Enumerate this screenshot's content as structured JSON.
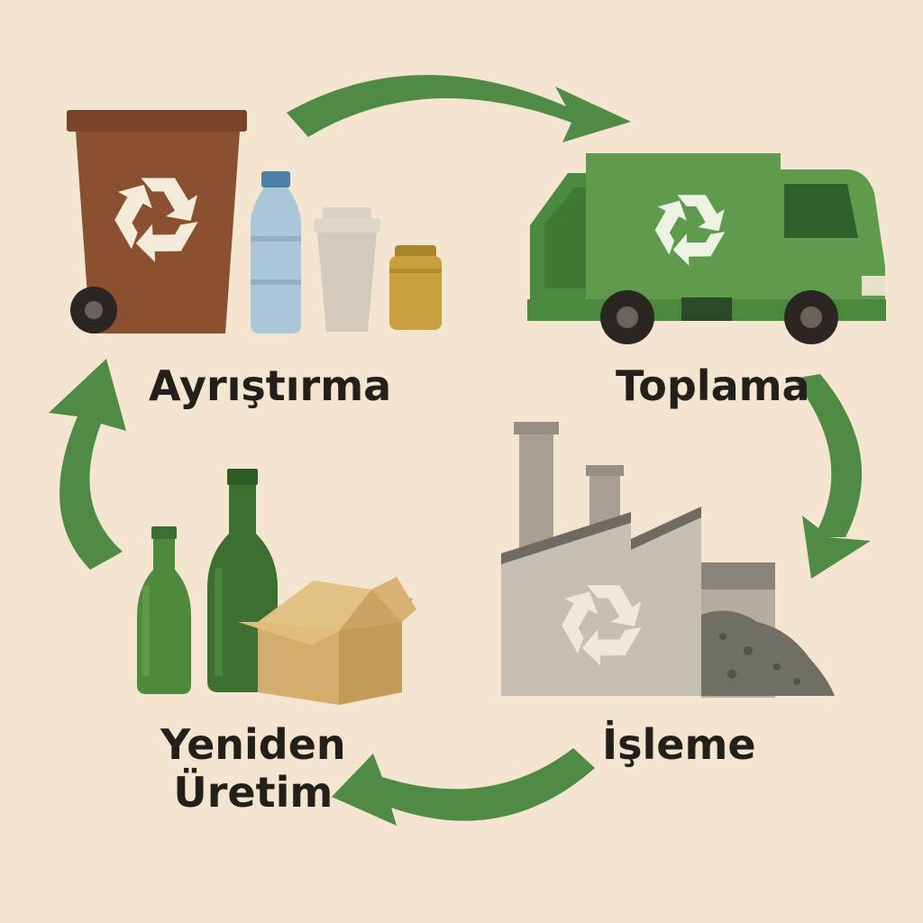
{
  "stages": {
    "sorting": {
      "label": "Ayrıştırma"
    },
    "collection": {
      "label": "Toplama"
    },
    "processing": {
      "label": "İşleme"
    },
    "remanufacturing": {
      "line1": "Yeniden",
      "line2": "Üretim"
    }
  },
  "icons": {
    "sorting": [
      "recycling-bin-icon",
      "plastic-bottle-icon",
      "paper-cup-icon",
      "can-icon"
    ],
    "collection": [
      "garbage-truck-icon",
      "recycle-symbol-icon"
    ],
    "processing": [
      "factory-icon",
      "recycle-symbol-icon",
      "material-pile-icon"
    ],
    "remanufacturing": [
      "glass-bottle-icon",
      "cardboard-box-icon"
    ]
  },
  "flow": [
    "sorting",
    "collection",
    "processing",
    "remanufacturing"
  ],
  "colors": {
    "background": "#f3e5d0",
    "arrow": "#4f8b45",
    "bin": "#8b5030",
    "truck": "#5f9a4d",
    "factory": "#c6bfb3",
    "box": "#d4ad6c",
    "glass": "#4e8a3c",
    "text": "#231f1a"
  }
}
